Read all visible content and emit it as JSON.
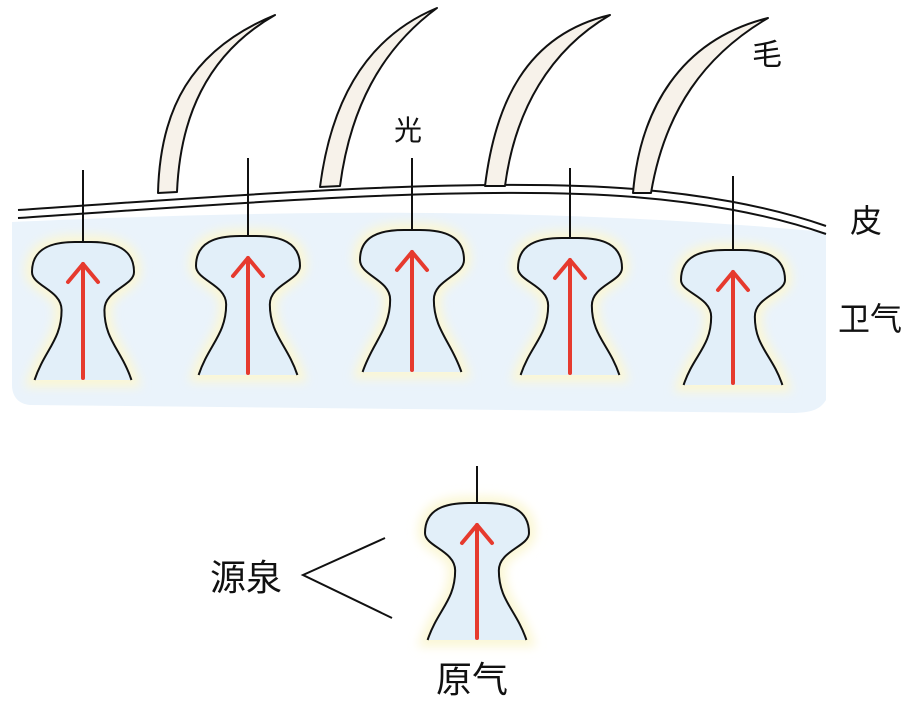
{
  "labels": {
    "hair": "毛",
    "light": "光",
    "skin": "皮",
    "wei_qi": "卫气",
    "source_spring": "源泉",
    "yuan_qi": "原气"
  },
  "colors": {
    "background": "#ffffff",
    "tissue_fill": "#eaf3fb",
    "vessel_fill": "#e2eff9",
    "outline": "#111111",
    "arrow": "#e63a2e",
    "glow": "#fbf7d6",
    "hair_fill": "#f7f2ea"
  },
  "counts": {
    "hairs": 4,
    "vessels_in_skin": 5
  }
}
